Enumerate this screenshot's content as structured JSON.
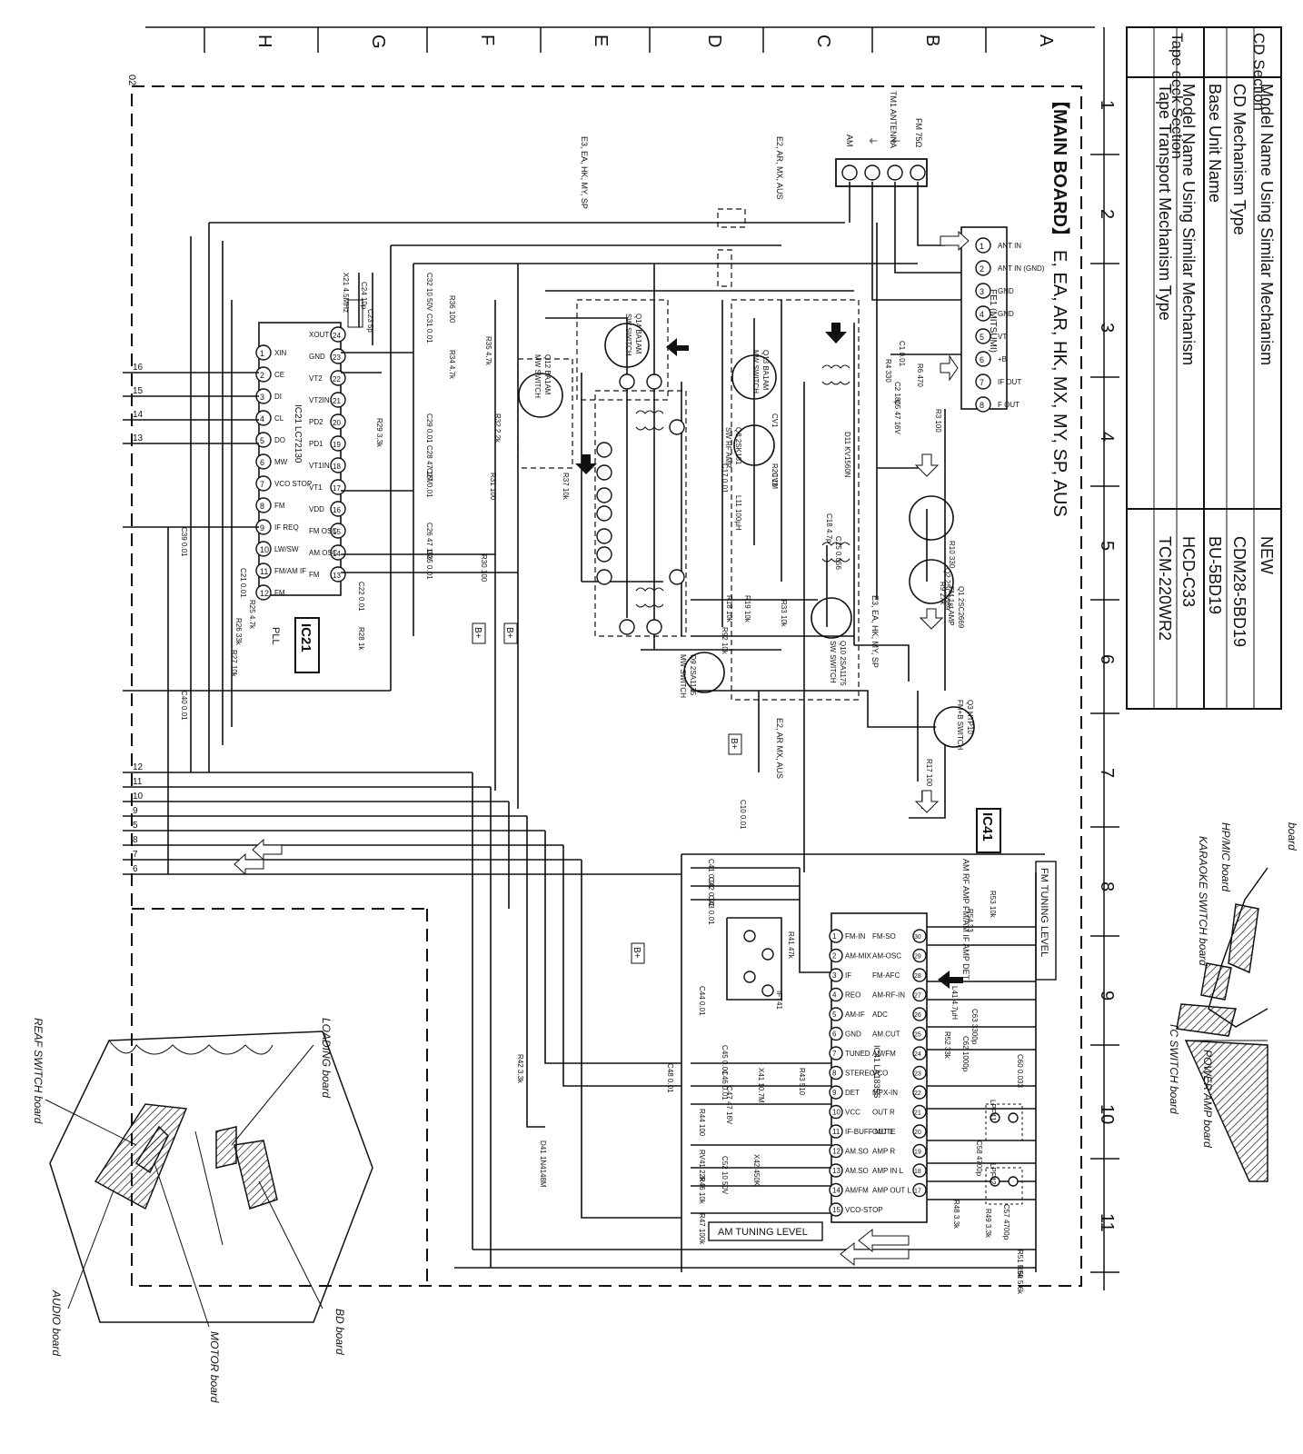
{
  "info_table": {
    "sections": [
      {
        "name": "CD Section",
        "rows": [
          {
            "label": "Model Name Using Similar Mechanism",
            "value": "NEW"
          },
          {
            "label": "CD Mechanism Type",
            "value": "CDM28-5BD19"
          },
          {
            "label": "Base Unit Name",
            "value": "BU-5BD19"
          }
        ]
      },
      {
        "name": "Tape deck Section",
        "rows": [
          {
            "label": "Model Name Using Similar Mechanism",
            "value": "HCD-C33"
          },
          {
            "label": "Tape Transport Mechanism Type",
            "value": "TCM-220WR2"
          }
        ]
      }
    ]
  },
  "grid": {
    "rows": [
      "A",
      "B",
      "C",
      "D",
      "E",
      "F",
      "G",
      "H"
    ],
    "cols": [
      "1",
      "2",
      "3",
      "4",
      "5",
      "6",
      "7",
      "8",
      "9",
      "10",
      "11"
    ]
  },
  "board": {
    "title": "【MAIN BOARD】",
    "destinations": "E, EA, AR, HK, MX, MY, SP, AUS"
  },
  "antenna": {
    "label": "TM1 ANTENNA",
    "terminals": [
      "FM 75Ω",
      "⏚",
      "⏚",
      "AM"
    ]
  },
  "blocks": {
    "fe1": {
      "name": "FE1 (MITSUMI)",
      "pins": [
        "ANT IN",
        "ANT IN (GND)",
        "GND",
        "GND",
        "VT",
        "+B",
        "IF OUT",
        "F OUT"
      ]
    },
    "ic21": {
      "name": "IC21",
      "sub": "PLL",
      "part": "IC21 LC72130",
      "pins_left": [
        "XIN",
        "CE",
        "DI",
        "CL",
        "DO",
        "MW",
        "VCO STOP",
        "FM",
        "IF REQ",
        "LW/SW",
        "FM/AM IF",
        "FM"
      ],
      "pins_right": [
        "XOUT",
        "GND",
        "VT2",
        "VT2IN",
        "PD2",
        "PD1",
        "VT1IN",
        "VT1",
        "VDD",
        "FM OSC",
        "AM OSC",
        "FM"
      ]
    },
    "ic41": {
      "name": "IC41",
      "sub": "AM RF AMP FM/AM IF AMP DET",
      "part": "IC41 LA1835S",
      "pins_left": [
        "FM-IN",
        "AM-MIX",
        "IF",
        "REO",
        "AM-IF",
        "GND",
        "TUNED",
        "STEREO",
        "DET",
        "VCC",
        "IF-BUFF MUTE",
        "AM.SO",
        "AM.SO",
        "AM/FM",
        "VCO-STOP"
      ],
      "pins_right": [
        "FM-SO",
        "AM-OSC",
        "FM-AFC",
        "AM-RF-IN",
        "ADC",
        "AM.CUT",
        "AM/FM",
        "VCO",
        "MPX-IN",
        "OUT R",
        "OUT L",
        "AMP R",
        "AMP IN L",
        "AMP OUT L"
      ]
    },
    "fm_tuning": "FM TUNING LEVEL",
    "am_tuning": "AM TUNING LEVEL",
    "bplus": "B+"
  },
  "transistors": [
    {
      "ref": "Q1 2SC2669",
      "note": "FM 1st AMP"
    },
    {
      "ref": "Q2 2SC2669",
      "note": ""
    },
    {
      "ref": "Q3 HTP10",
      "note": "FM+B SWITCH"
    },
    {
      "ref": "Q8 2SK161",
      "note": "SW RF AMP"
    },
    {
      "ref": "Q9 2SA1175",
      "note": "MW SWITCH"
    },
    {
      "ref": "Q10 2SA1175",
      "note": "SW SWITCH"
    },
    {
      "ref": "Q12 BA1AM",
      "note": "MW SWITCH"
    },
    {
      "ref": "Q13 BA1AM",
      "note": "MW SWITCH"
    },
    {
      "ref": "Q14 BA1AM",
      "note": "SW SWITCH"
    }
  ],
  "parts_text": [
    "C1 0.01",
    "R4 330",
    "C2 18p",
    "C5 47 16V",
    "R10 330",
    "R9 27k",
    "R6 470",
    "R3 100",
    "CV1",
    "CV2",
    "R20 1M",
    "D11 KV1560N",
    "C17 0.01",
    "L11 100µH",
    "C18 4.7p",
    "C15 0.056",
    "R17 100",
    "R33 10k",
    "R19 10k",
    "R18 10k",
    "R92 10k",
    "R37 10k",
    "R32 2.2k",
    "R31 100",
    "R30 100",
    "R36 100",
    "R34 4.7k",
    "R35 4.7k",
    "C24 10p",
    "C23 5p",
    "X21 4.5MHz",
    "C31 0.01",
    "C32 10 50V",
    "C29 0.01",
    "C28 47 16V",
    "C27 0.01",
    "C26 47 16V",
    "C25 0.01",
    "C22 0.01",
    "C21 0.01",
    "R25 4.7k",
    "R26 33k",
    "R27 10k",
    "R28 1k",
    "C39 0.01",
    "C40 0.01",
    "C10 0.01",
    "R29 3.3k",
    "C41 0.01",
    "C42 0.01",
    "C43 0.01",
    "C44 0.01",
    "C45 0.01",
    "C46 0.01",
    "C47 47 16V",
    "C48 0.01",
    "X41 10.7M",
    "R43 510",
    "R44 100",
    "RV41 22k",
    "C52 10 50V",
    "X42 450K",
    "R46 10k",
    "R47 100k",
    "R41 47k",
    "IFT41",
    "L41 4.7µH",
    "C63 3300p",
    "C62 1000p",
    "C60 0.033",
    "C58 4700p",
    "C57 4700p",
    "R48 3.3k",
    "R49 3.3k",
    "R51 5.6k",
    "R50 5.6k",
    "R52 33k",
    "R53 10k",
    "R54 33",
    "R42 3.3k",
    "D41 1N4148M",
    "LPF41",
    "LPF42"
  ],
  "annotations": [
    "E3, EA, HK, MY, SP",
    "E2, AR, MX, AUS",
    "E2, AR MX, AUS",
    "E3, EA, HK, MY, SP"
  ],
  "connector_numbers": [
    "16",
    "15",
    "14",
    "13",
    "12",
    "11",
    "10",
    "9",
    "5",
    "8",
    "7",
    "6"
  ],
  "boards": {
    "right_top": [
      "board",
      "HP/MIC board",
      "KARAOKE SWITCH board",
      "TC SWITCH board",
      "POWER AMP board"
    ],
    "bottom_left": [
      "LOADING board",
      "REAF SWITCH board",
      "BD board",
      "MOTOR board",
      "AUDIO board"
    ]
  },
  "corner_mark": "02"
}
